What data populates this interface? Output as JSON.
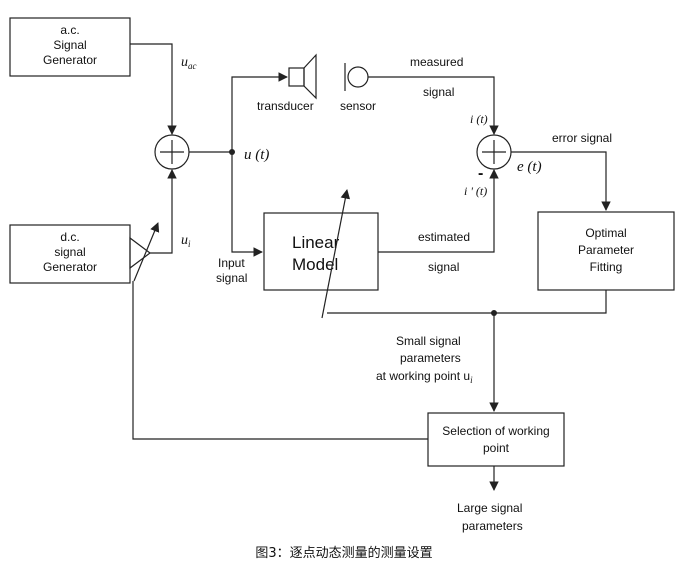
{
  "blocks": {
    "ac_gen": [
      "a.c.",
      "Signal",
      "Generator"
    ],
    "dc_gen": [
      "d.c.",
      "signal",
      "Generator"
    ],
    "linear_model": [
      "Linear",
      "Model"
    ],
    "optimal": [
      "Optimal",
      "Parameter",
      "Fitting"
    ],
    "selection": [
      "Selection of working",
      "point"
    ]
  },
  "labels": {
    "u_ac_main": "u",
    "u_ac_sub": "ac",
    "u_i_main": "u",
    "u_i_sub": "i",
    "u_t": "u (t)",
    "e_t": "e (t)",
    "i_t": "i (t)",
    "i_prime_t": "i ' (t)",
    "minus": "-",
    "transducer": "transducer",
    "sensor": "sensor",
    "measured": "measured",
    "signal_top": "signal",
    "error_signal": "error signal",
    "estimated": "estimated",
    "signal_mid": "signal",
    "input": "Input",
    "input_signal": "signal",
    "small_signal": [
      "Small signal",
      "parameters"
    ],
    "working_point_text": "at working point u",
    "working_point_sub": "i",
    "large_signal": [
      "Large signal",
      "parameters"
    ]
  },
  "caption": "图3：逐点动态测量的测量设置"
}
